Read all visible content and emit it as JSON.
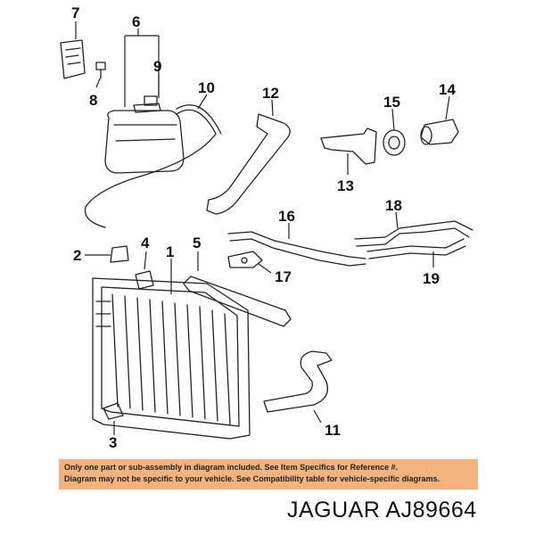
{
  "callouts": {
    "n1": "1",
    "n2": "2",
    "n3": "3",
    "n4": "4",
    "n5": "5",
    "n6": "6",
    "n7": "7",
    "n8": "8",
    "n9": "9",
    "n10": "10",
    "n11": "11",
    "n12": "12",
    "n13": "13",
    "n14": "14",
    "n15": "15",
    "n16": "16",
    "n17": "17",
    "n18": "18",
    "n19": "19"
  },
  "notice": {
    "line1": "Only one part or sub-assembly in diagram included. See Item Specifics for Reference #.",
    "line2": "Diagram may not be specific to your vehicle. See Compatibility table for vehicle-specific diagrams."
  },
  "brand_label": "JAGUAR AJ89664",
  "colors": {
    "notice_bg": "#f2b47c",
    "ink": "#222222"
  }
}
